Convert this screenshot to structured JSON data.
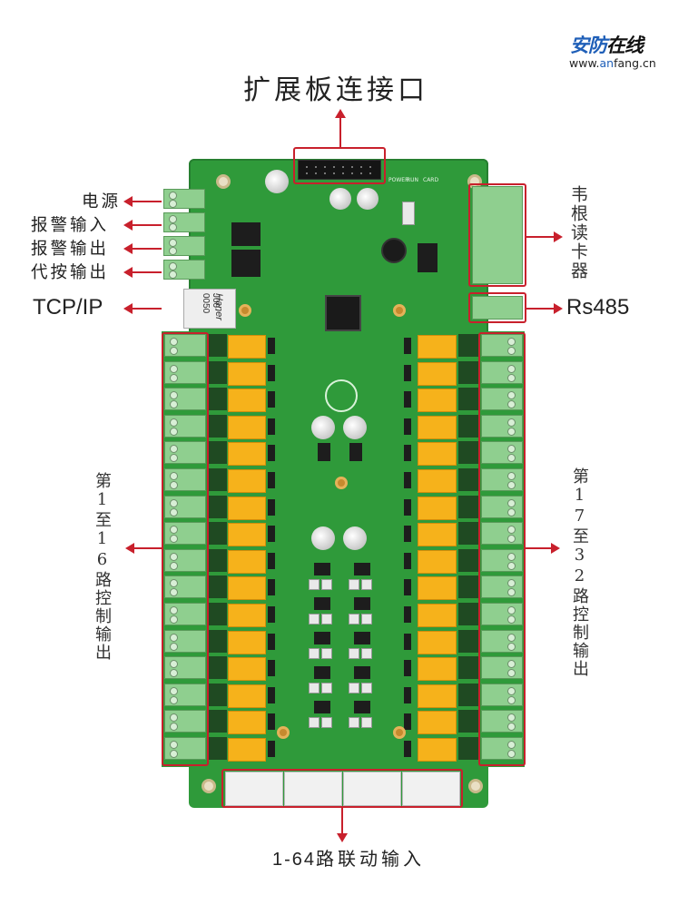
{
  "logo": {
    "brand_part1": "安防",
    "brand_part2": "在线",
    "url_prefix": "www.",
    "url_highlight": "an",
    "url_suffix": "fang.cn",
    "brand_color": "#1f5fb8"
  },
  "title": "扩展板连接口",
  "left_labels": [
    {
      "text": "电源",
      "icon": "arrow-left"
    },
    {
      "text": "报警输入",
      "icon": "arrow-left"
    },
    {
      "text": "报警输出",
      "icon": "arrow-left"
    },
    {
      "text": "代按输出",
      "icon": "arrow-left"
    },
    {
      "text": "TCP/IP",
      "icon": "arrow-left"
    }
  ],
  "right_labels": {
    "wiegand": "韦根读卡器",
    "rs485": "Rs485"
  },
  "side_labels": {
    "left_outputs": "第1至16路控制输出",
    "right_outputs": "第17至32路控制输出"
  },
  "bottom_label": {
    "prefix": "1-64",
    "text": "路联动输入"
  },
  "board": {
    "led_labels": [
      "POWER",
      "RUN",
      "CARD"
    ],
    "rj45_brand": "Haner",
    "rj45_model": "J00-0050",
    "relay_rows_per_side": 16,
    "bottom_connectors": 4
  },
  "colors": {
    "annotation_red": "#c8202c",
    "pcb_green": "#2f9a3a",
    "relay_yellow": "#f6b21b",
    "terminal_green": "#8fcf8f"
  }
}
